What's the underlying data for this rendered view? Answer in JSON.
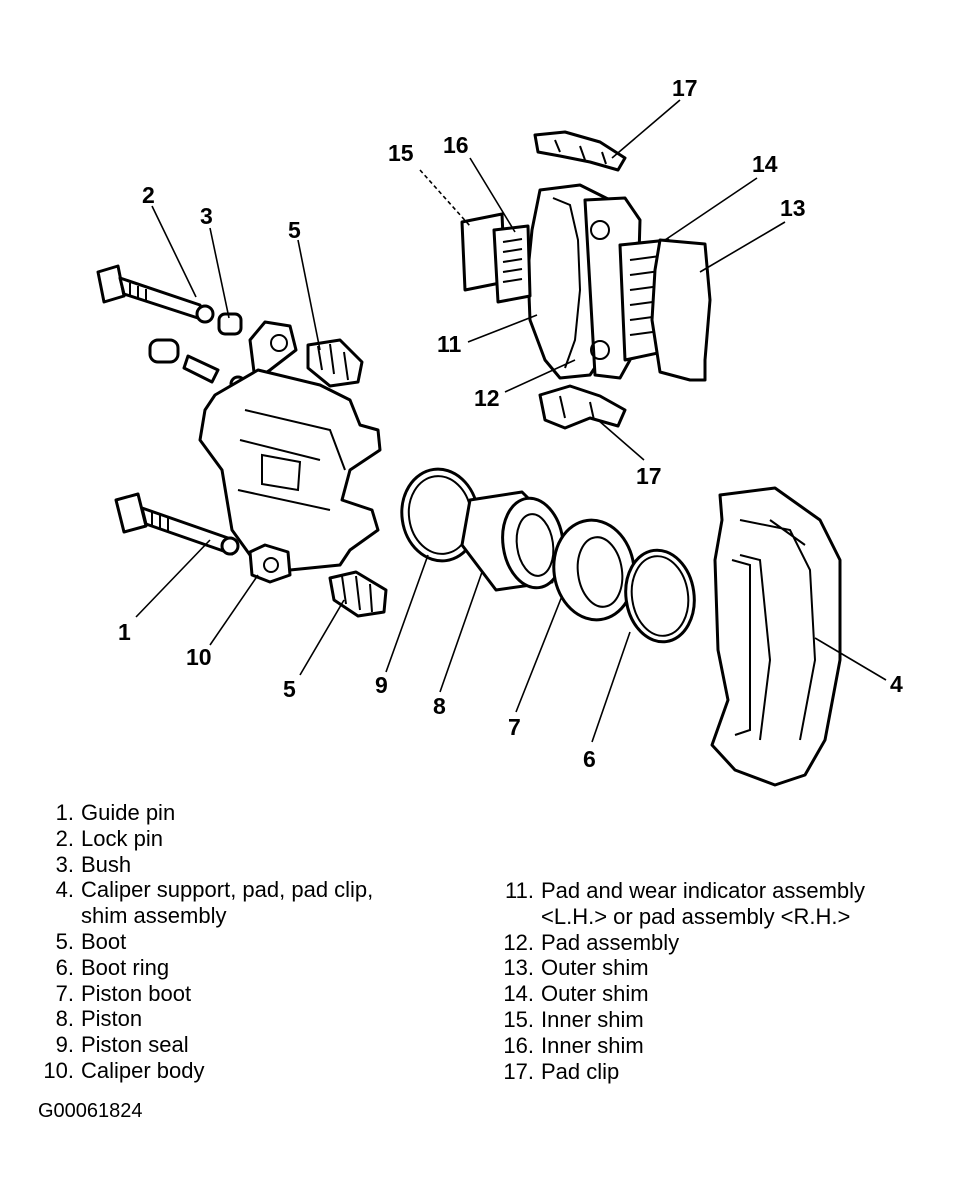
{
  "diagram": {
    "callouts": [
      "17",
      "16",
      "15",
      "14",
      "13",
      "2",
      "3",
      "5",
      "11",
      "12",
      "17",
      "1",
      "10",
      "5",
      "9",
      "8",
      "7",
      "6",
      "4"
    ]
  },
  "legend": {
    "left": [
      {
        "num": "1.",
        "text": "Guide pin"
      },
      {
        "num": "2.",
        "text": "Lock pin"
      },
      {
        "num": "3.",
        "text": "Bush"
      },
      {
        "num": "4.",
        "text": "Caliper support, pad, pad clip,"
      },
      {
        "num": "",
        "text": "shim assembly"
      },
      {
        "num": "5.",
        "text": "Boot"
      },
      {
        "num": "6.",
        "text": "Boot ring"
      },
      {
        "num": "7.",
        "text": "Piston boot"
      },
      {
        "num": "8.",
        "text": "Piston"
      },
      {
        "num": "9.",
        "text": "Piston seal"
      },
      {
        "num": "10.",
        "text": "Caliper body"
      }
    ],
    "right": [
      {
        "num": "11.",
        "text": "Pad and wear indicator assembly"
      },
      {
        "num": "",
        "text": "<L.H.> or pad assembly <R.H.>"
      },
      {
        "num": "12.",
        "text": "Pad assembly"
      },
      {
        "num": "13.",
        "text": "Outer shim"
      },
      {
        "num": "14.",
        "text": "Outer shim"
      },
      {
        "num": "15.",
        "text": "Inner shim"
      },
      {
        "num": "16.",
        "text": "Inner shim"
      },
      {
        "num": "17.",
        "text": "Pad clip"
      }
    ]
  },
  "figure_code": "G00061824"
}
